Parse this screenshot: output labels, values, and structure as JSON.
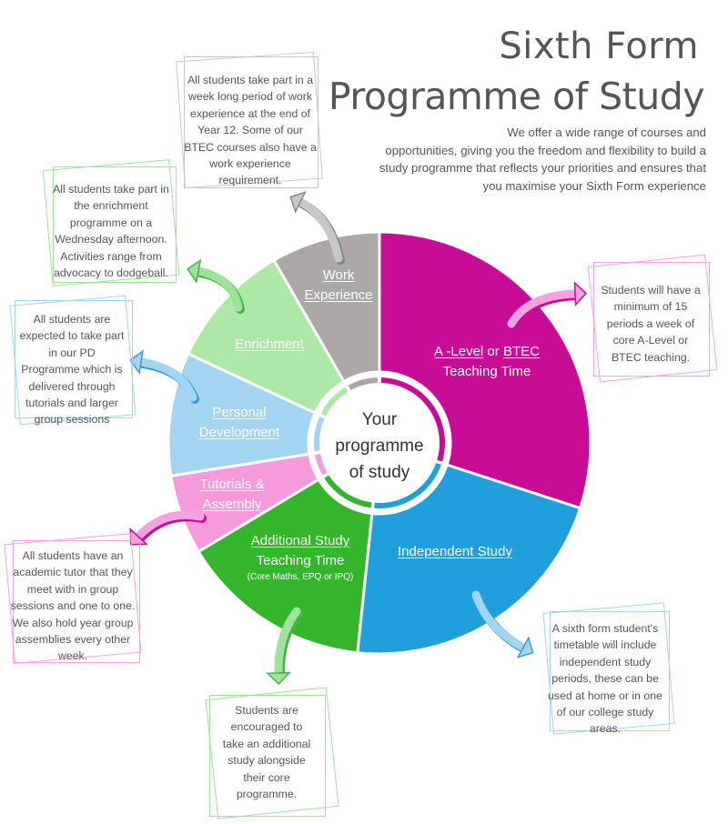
{
  "header": {
    "title_line1": "Sixth Form",
    "title_line2": "Programme of Study",
    "intro_lines": [
      "We offer a wide range of courses and",
      "opportunities, giving you the freedom and flexibility to build a",
      "study programme that reflects your priorities and ensures that",
      "you maximise your Sixth Form experience"
    ]
  },
  "wheel": {
    "center_label": [
      "Your",
      "programme",
      "of study"
    ],
    "segments": [
      {
        "id": "a-level",
        "label_link": "A -Level",
        "label_mid": " or ",
        "label_link2": "BTEC",
        "label_sub": "Teaching Time",
        "color": "#C90C95",
        "start_deg": 0,
        "end_deg": 108
      },
      {
        "id": "independent",
        "label_link": "Independent Study",
        "color": "#1FA0DC",
        "start_deg": 108,
        "end_deg": 186
      },
      {
        "id": "additional",
        "label_link": "Additional Study",
        "label_sub": "Teaching Time",
        "label_small": "(Core Maths, EPQ or IPQ)",
        "color": "#35B52B",
        "start_deg": 186,
        "end_deg": 239
      },
      {
        "id": "tutorials",
        "label_link": "Tutorials &",
        "label_link2": "Assembly",
        "color": "#F59ADB",
        "start_deg": 239,
        "end_deg": 261
      },
      {
        "id": "personal",
        "label_link": "Personal",
        "label_link2": "Development",
        "color": "#A3D5F2",
        "start_deg": 261,
        "end_deg": 295
      },
      {
        "id": "enrichment",
        "label_link": "Enrichment",
        "color": "#ADE8A6",
        "start_deg": 295,
        "end_deg": 330
      },
      {
        "id": "work",
        "label_link": "Work",
        "label_link2": "Experience",
        "color": "#ACA8A8",
        "start_deg": 330,
        "end_deg": 360
      }
    ]
  },
  "notes": {
    "work": [
      "All students take part in a",
      "week long period of work",
      "experience at the end of",
      "Year 12. Some of our",
      "BTEC courses also have a",
      "work experience",
      "requirement."
    ],
    "enrichment": [
      "All students take part in",
      "the enrichment",
      "programme on a",
      "Wednesday afternoon.",
      "Activities range from",
      "advocacy to dodgeball."
    ],
    "personal": [
      "All students are",
      "expected to take part",
      "in our PD",
      "Programme which is",
      "delivered through",
      "tutorials and larger",
      "group sessions"
    ],
    "tutorials": [
      "All students have an",
      "academic tutor that they",
      "meet with in group",
      "sessions and one to one.",
      "We also hold year group",
      "assemblies every other",
      "week."
    ],
    "additional": [
      "Students are",
      "encouraged to",
      "take an additional",
      "study alongside",
      "their core",
      "programme."
    ],
    "independent": [
      "A sixth form student's",
      "timetable will include",
      "independent study",
      "periods, these can be",
      "used at home or in one",
      "of our college study",
      "areas."
    ],
    "a-level": [
      "Students will have a",
      "minimum of 15",
      "periods a week of",
      "core A-Level or",
      "BTEC teaching."
    ]
  },
  "colors": {
    "pink_frame": "#F5A3E0",
    "green_frame": "#9EE39A",
    "blue_frame": "#A3D5F2",
    "gray_frame": "#C8C8C8"
  }
}
